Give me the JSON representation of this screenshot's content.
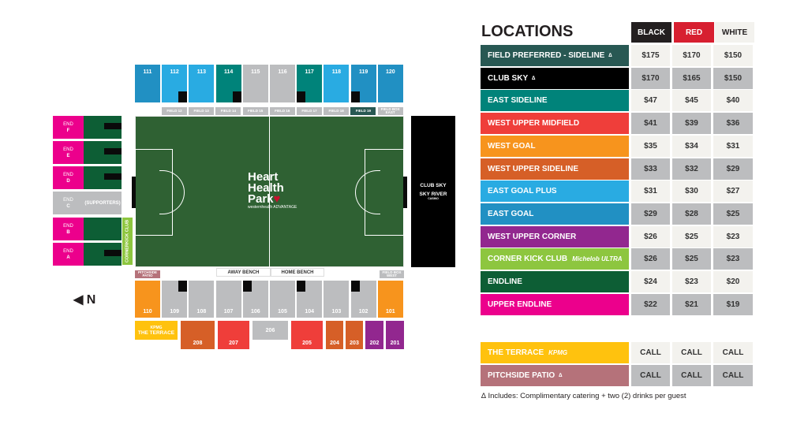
{
  "colors": {
    "dark_blue": "#2190c3",
    "light_blue": "#29abe2",
    "teal": "#00837a",
    "grey": "#bcbdbf",
    "green": "#0d5e35",
    "pink": "#ec008c",
    "orange": "#f7941d",
    "rust": "#d65f27",
    "red": "#ef3e3a",
    "purple": "#92278f",
    "lime": "#8dc63f",
    "yellow": "#ffc20e",
    "mauve": "#b5727a",
    "black": "#000000",
    "field_preferred": "#285853"
  },
  "map": {
    "top_sections": [
      {
        "label": "111",
        "color": "#2190c3"
      },
      {
        "label": "112",
        "color": "#29abe2"
      },
      {
        "label": "113",
        "color": "#29abe2"
      },
      {
        "label": "114",
        "color": "#00837a"
      },
      {
        "label": "115",
        "color": "#bcbdbf"
      },
      {
        "label": "116",
        "color": "#bcbdbf"
      },
      {
        "label": "117",
        "color": "#00837a"
      },
      {
        "label": "118",
        "color": "#29abe2"
      },
      {
        "label": "119",
        "color": "#2190c3"
      },
      {
        "label": "120",
        "color": "#2190c3"
      }
    ],
    "field_boxes_top": [
      "FIELD 12",
      "FIELD 13",
      "FIELD 14",
      "FIELD 15",
      "FIELD 16",
      "FIELD 17",
      "FIELD 18",
      "FIELD 19",
      "FIELD BOX EAST"
    ],
    "end_sections": [
      {
        "label": "END",
        "sub": "F"
      },
      {
        "label": "END",
        "sub": "E"
      },
      {
        "label": "END",
        "sub": "D"
      },
      {
        "label": "END",
        "sub": "C",
        "note": "(SUPPORTERS)"
      },
      {
        "label": "END",
        "sub": "B"
      },
      {
        "label": "END",
        "sub": "A"
      }
    ],
    "cornerkick_label": "CORNERKICK CLUB",
    "club_sky_label": "CLUB SKY",
    "club_sky_sponsor": "SKY RIVER",
    "club_sky_sponsor_sub": "CASINO",
    "stadium_logo": "Heart Health Park",
    "stadium_logo_sub": "westernhealth ADVANTAGE",
    "away_bench": "AWAY BENCH",
    "home_bench": "HOME BENCH",
    "pitchside_patio_label": "PITCHSIDE PATIO",
    "field_box_west_label": "FIELD BOX WEST",
    "lower_sections": [
      {
        "label": "110",
        "color": "#f7941d"
      },
      {
        "label": "109",
        "color": "#bcbdbf"
      },
      {
        "label": "108",
        "color": "#bcbdbf"
      },
      {
        "label": "107",
        "color": "#bcbdbf"
      },
      {
        "label": "106",
        "color": "#bcbdbf"
      },
      {
        "label": "105",
        "color": "#bcbdbf"
      },
      {
        "label": "104",
        "color": "#bcbdbf"
      },
      {
        "label": "103",
        "color": "#bcbdbf"
      },
      {
        "label": "102",
        "color": "#bcbdbf"
      },
      {
        "label": "101",
        "color": "#f7941d"
      }
    ],
    "terrace_label": "THE TERRACE",
    "terrace_sponsor": "KPMG",
    "upper_sections": [
      {
        "label": "208",
        "color": "#d65f27"
      },
      {
        "label": "207",
        "color": "#ef3e3a"
      },
      {
        "label": "206",
        "color": "#bcbdbf"
      },
      {
        "label": "205",
        "color": "#ef3e3a"
      },
      {
        "label": "204",
        "color": "#d65f27"
      },
      {
        "label": "203",
        "color": "#d65f27"
      },
      {
        "label": "202",
        "color": "#92278f"
      },
      {
        "label": "201",
        "color": "#92278f"
      }
    ],
    "north_label": "N"
  },
  "table": {
    "title": "LOCATIONS",
    "columns": [
      {
        "label": "BLACK",
        "bg": "#231f20",
        "fg": "#ffffff"
      },
      {
        "label": "RED",
        "bg": "#d71f30",
        "fg": "#ffffff"
      },
      {
        "label": "WHITE",
        "bg": "#f3f2ee",
        "fg": "#231f20"
      }
    ],
    "rows": [
      {
        "name": "FIELD PREFERRED - SIDELINE",
        "mark": "∆",
        "color": "#285853",
        "prices": [
          "$175",
          "$170",
          "$150"
        ]
      },
      {
        "name": "CLUB SKY",
        "mark": "∆",
        "color": "#000000",
        "prices": [
          "$170",
          "$165",
          "$150"
        ]
      },
      {
        "name": "EAST SIDELINE",
        "color": "#00837a",
        "prices": [
          "$47",
          "$45",
          "$40"
        ]
      },
      {
        "name": "WEST UPPER MIDFIELD",
        "color": "#ef3e3a",
        "prices": [
          "$41",
          "$39",
          "$36"
        ]
      },
      {
        "name": "WEST GOAL",
        "color": "#f7941d",
        "prices": [
          "$35",
          "$34",
          "$31"
        ]
      },
      {
        "name": "WEST UPPER SIDELINE",
        "color": "#d65f27",
        "prices": [
          "$33",
          "$32",
          "$29"
        ]
      },
      {
        "name": "EAST GOAL PLUS",
        "color": "#29abe2",
        "prices": [
          "$31",
          "$30",
          "$27"
        ]
      },
      {
        "name": "EAST GOAL",
        "color": "#2190c3",
        "prices": [
          "$29",
          "$28",
          "$25"
        ]
      },
      {
        "name": "WEST UPPER CORNER",
        "color": "#92278f",
        "prices": [
          "$26",
          "$25",
          "$23"
        ]
      },
      {
        "name": "CORNER KICK CLUB",
        "sponsor": "Michelob ULTRA",
        "color": "#8dc63f",
        "prices": [
          "$26",
          "$25",
          "$23"
        ]
      },
      {
        "name": "ENDLINE",
        "color": "#0d5e35",
        "prices": [
          "$24",
          "$23",
          "$20"
        ]
      },
      {
        "name": "UPPER ENDLINE",
        "color": "#ec008c",
        "prices": [
          "$22",
          "$21",
          "$19"
        ]
      }
    ],
    "special_rows": [
      {
        "name": "THE TERRACE",
        "sponsor": "KPMG",
        "color": "#ffc20e",
        "prices": [
          "CALL",
          "CALL",
          "CALL"
        ]
      },
      {
        "name": "PITCHSIDE PATIO",
        "mark": "∆",
        "color": "#b5727a",
        "prices": [
          "CALL",
          "CALL",
          "CALL"
        ]
      }
    ],
    "footnote": "∆  Includes: Complimentary catering + two (2) drinks per guest"
  }
}
